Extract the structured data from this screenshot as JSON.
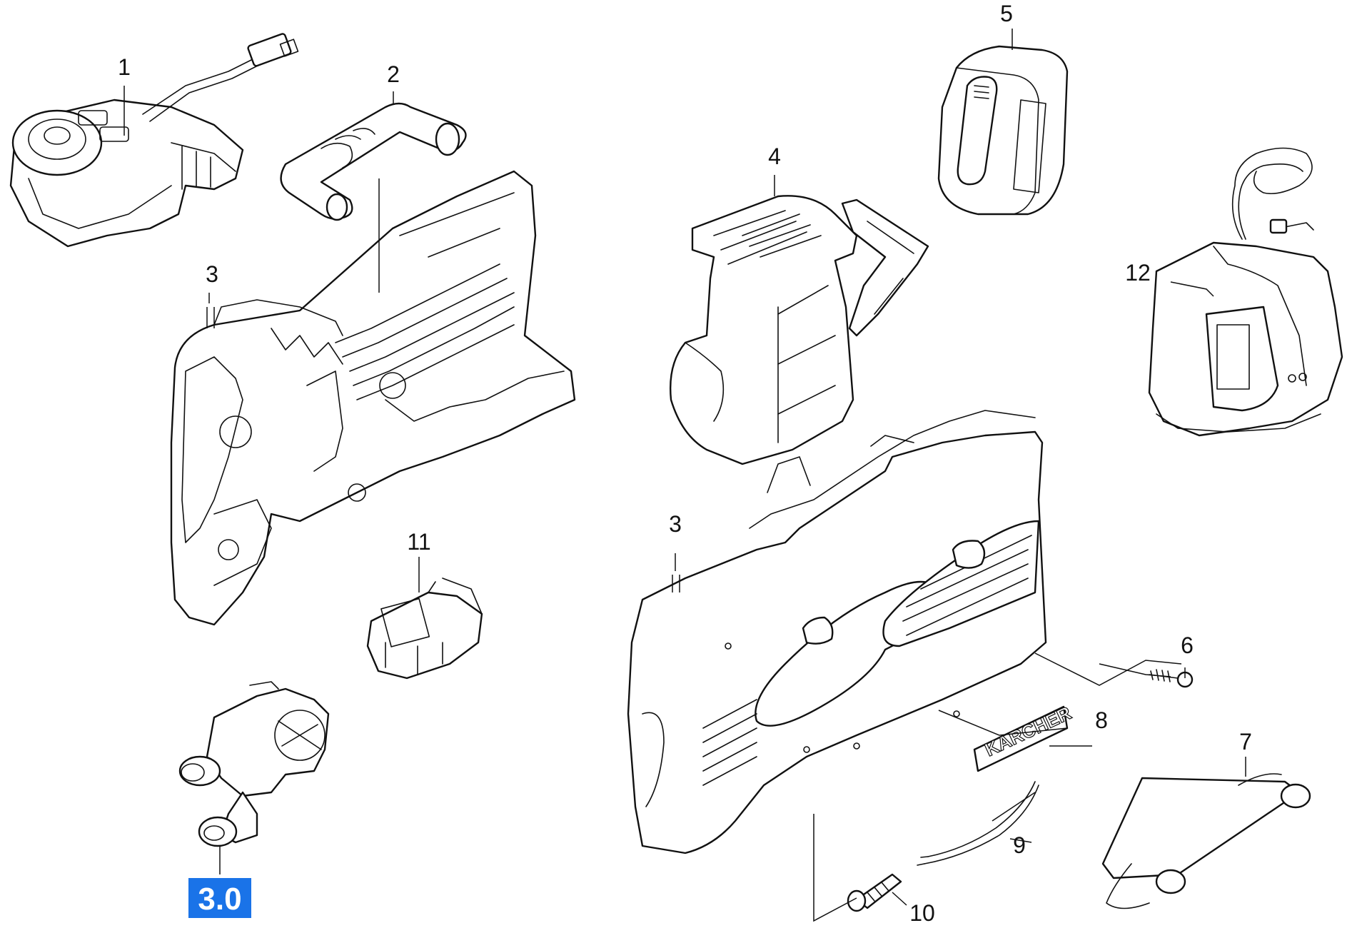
{
  "diagram": {
    "labels": {
      "p1": "1",
      "p2": "2",
      "p3a": "3",
      "p3b": "3",
      "p4": "4",
      "p5": "5",
      "p6": "6",
      "p7": "7",
      "p8": "8",
      "p9": "9",
      "p10": "10",
      "p11": "11",
      "p12": "12"
    },
    "badge": "3.0",
    "badge_color": "#1a73e8",
    "logo_text": "KARCHER"
  }
}
